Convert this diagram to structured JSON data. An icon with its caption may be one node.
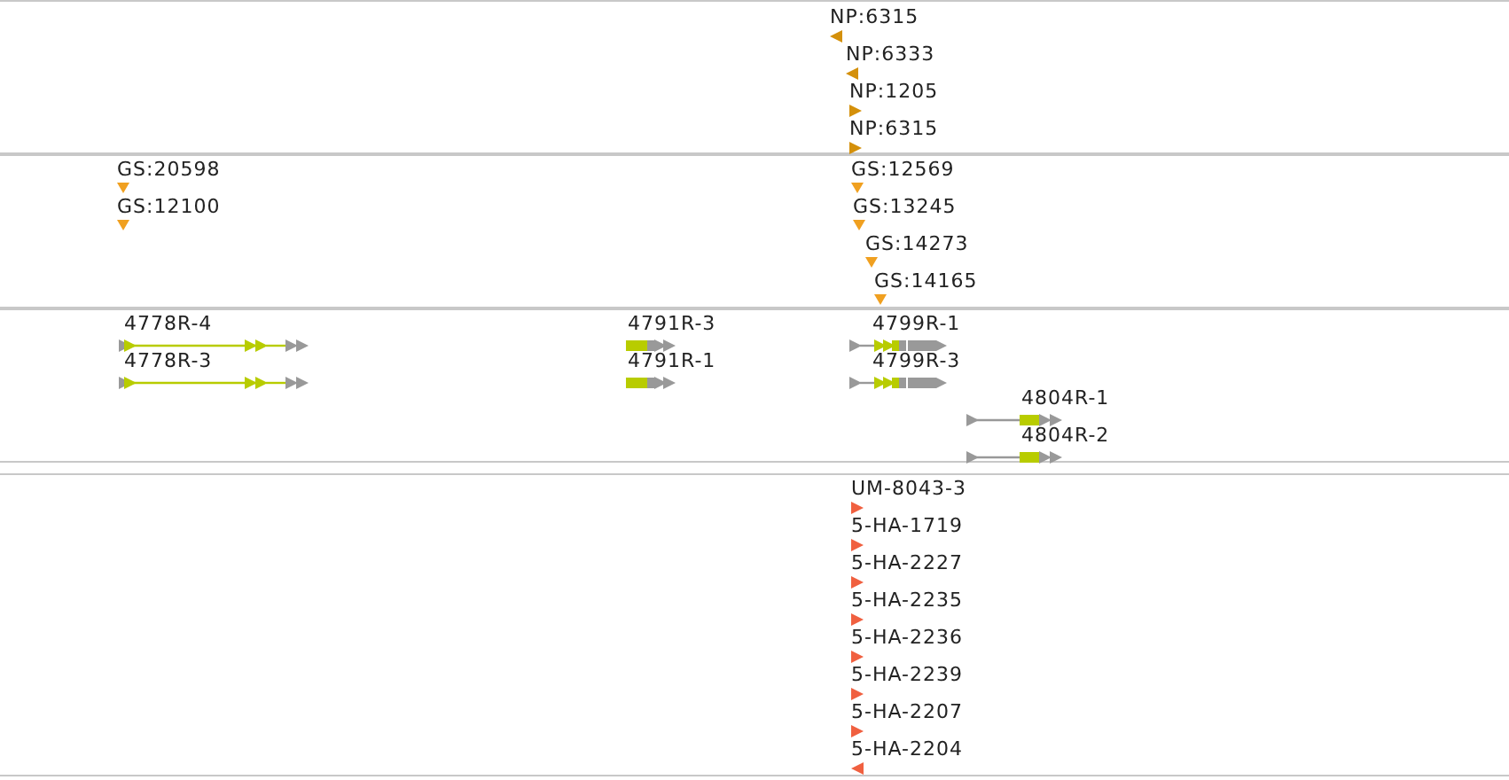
{
  "diagram": {
    "nodes": [
      {
        "text": [],
        "shape": "band"
      },
      {
        "text": [
          "NP:6315"
        ],
        "in": 0
      },
      {
        "text": [
          "NP:6333"
        ],
        "in": 0
      },
      {
        "text": [
          "NP:1205"
        ],
        "in": 0
      },
      {
        "text": [
          "NP:6315"
        ],
        "in": 0
      },
      {
        "text": [],
        "shape": "band"
      },
      {
        "text": [
          "GS:20598"
        ],
        "in": 5
      },
      {
        "text": [
          "GS:12100"
        ],
        "in": 5
      },
      {
        "text": [
          "GS:12569"
        ],
        "in": 5
      },
      {
        "text": [
          "GS:13245"
        ],
        "in": 5
      },
      {
        "text": [
          "GS:14273"
        ],
        "in": 5
      },
      {
        "text": [
          "GS:14165"
        ],
        "in": 5
      },
      {
        "text": [],
        "shape": "band"
      },
      {
        "text": [
          "4778R-4"
        ],
        "in": 12
      },
      {
        "text": [
          "4778R-3"
        ],
        "in": 12
      },
      {
        "text": [
          "4791R-3"
        ],
        "in": 12
      },
      {
        "text": [
          "4791R-1"
        ],
        "in": 12
      },
      {
        "text": [
          "4799R-1"
        ],
        "in": 12
      },
      {
        "text": [
          "4799R-3"
        ],
        "in": 12
      },
      {
        "text": [
          "4804R-1"
        ],
        "in": 12
      },
      {
        "text": [
          "4804R-2"
        ],
        "in": 12
      },
      {
        "text": [],
        "shape": "band"
      },
      {
        "text": [
          "UM-8043-3"
        ],
        "in": 21
      },
      {
        "text": [
          "5-HA-1719"
        ],
        "in": 21
      },
      {
        "text": [
          "5-HA-2227"
        ],
        "in": 21
      },
      {
        "text": [
          "5-HA-2235"
        ],
        "in": 21
      },
      {
        "text": [
          "5-HA-2236"
        ],
        "in": 21
      },
      {
        "text": [
          "5-HA-2239"
        ],
        "in": 21
      },
      {
        "text": [
          "5-HA-2207"
        ],
        "in": 21
      },
      {
        "text": [
          "5-HA-2204"
        ],
        "in": 21
      }
    ],
    "edges": []
  }
}
